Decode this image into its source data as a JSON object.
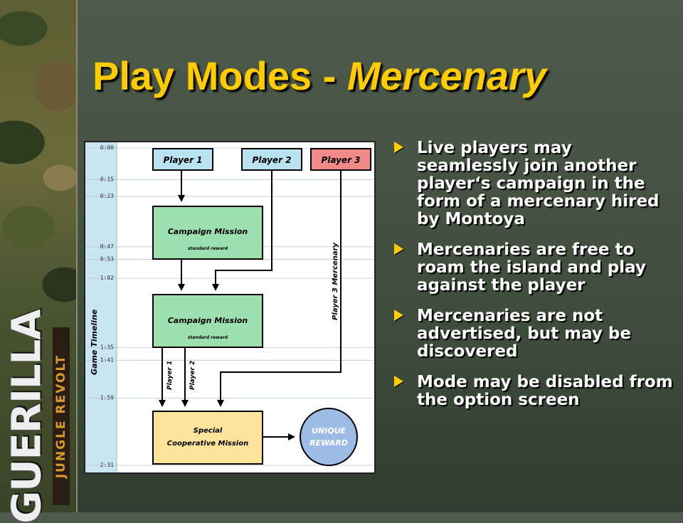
{
  "slide": {
    "title_main": "Play Modes - ",
    "title_accent": "Mercenary"
  },
  "branding": {
    "logo_main": "GUERILLA",
    "logo_sub": "JUNGLE REVOLT"
  },
  "bullets": [
    "Live players may seamlessly join another player‘s campaign in the form of a mercenary hired by Montoya",
    "Mercenaries are free to roam the island and play against the player",
    "Mercenaries are not advertised, but may be discovered",
    "Mode may be disabled from the option screen"
  ],
  "colors": {
    "title": "#ffcc00",
    "player1": "#b9e3f0",
    "player2": "#b9e3f0",
    "player3": "#f28a8a",
    "mission": "#9de0b0",
    "special": "#fde49a",
    "reward": "#9cbbe6",
    "timeline": "#c9e6f2"
  },
  "diagram": {
    "timeline_label": "Game Timeline",
    "times": [
      "0:00",
      "0:15",
      "0:23",
      "0:47",
      "0:53",
      "1:02",
      "1:35",
      "1:41",
      "1:59",
      "2:31"
    ],
    "players": [
      "Player 1",
      "Player 2",
      "Player 3"
    ],
    "mission1_title": "Campaign Mission",
    "mission1_sub": "standard reward",
    "mission2_title": "Campaign Mission",
    "mission2_sub": "standard reward",
    "mercenary_label": "Player 3 Mercenary",
    "p1_label": "Player 1",
    "p2_label": "Player 2",
    "special_line1": "Special",
    "special_line2": "Cooperative Mission",
    "reward_line1": "UNIQUE",
    "reward_line2": "REWARD"
  }
}
